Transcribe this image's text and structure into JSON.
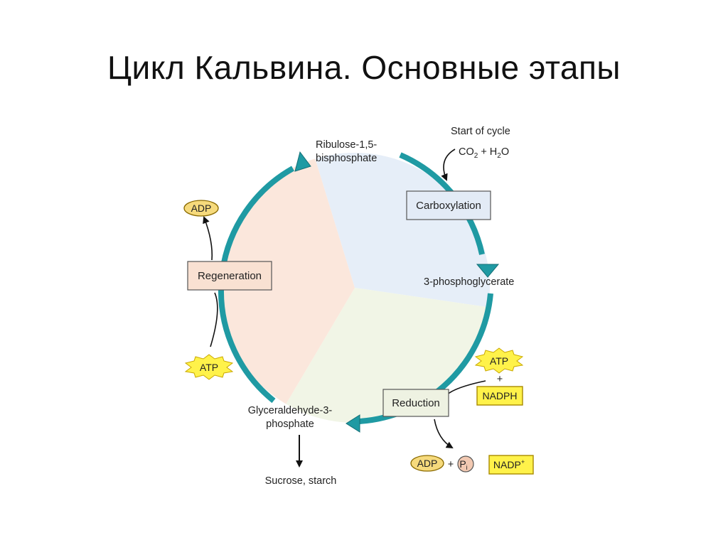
{
  "title": "Цикл Кальвина. Основные этапы",
  "diagram": {
    "start": {
      "label": "Start of cycle",
      "co2": "CO",
      "co2_sub": "2",
      "plus": "+",
      "h2o_h": "H",
      "h2o_sub": "2",
      "h2o_o": "O"
    },
    "ribulose": {
      "line1": "Ribulose-1,5-",
      "line2": "bisphosphate"
    },
    "phosphoglycerate": "3-phosphoglycerate",
    "g3p": {
      "line1": "Glyceraldehyde-3-",
      "line2": "phosphate"
    },
    "sucrose": "Sucrose, starch",
    "stages": {
      "carboxylation": "Carboxylation",
      "reduction": "Reduction",
      "regeneration": "Regeneration"
    },
    "reduction_inputs": {
      "atp": "ATP",
      "plus": "+",
      "nadph": "NADPH"
    },
    "reduction_outputs": {
      "adp": "ADP",
      "plus": "+",
      "pi": "P",
      "pi_sub": "i",
      "nadp": "NADP",
      "nadp_sup": "+"
    },
    "regeneration_io": {
      "atp": "ATP",
      "adp": "ADP"
    },
    "colors": {
      "arrow": "#1f9aa3",
      "carboxylation_sector": "#e6eef8",
      "reduction_sector": "#f1f5e6",
      "regeneration_sector": "#fbe7dc",
      "atp_star": "#fff24a",
      "adp_oval": "#f6da7c",
      "nadph_box": "#fff24a",
      "pi_circle": "#f2c9b2"
    }
  }
}
